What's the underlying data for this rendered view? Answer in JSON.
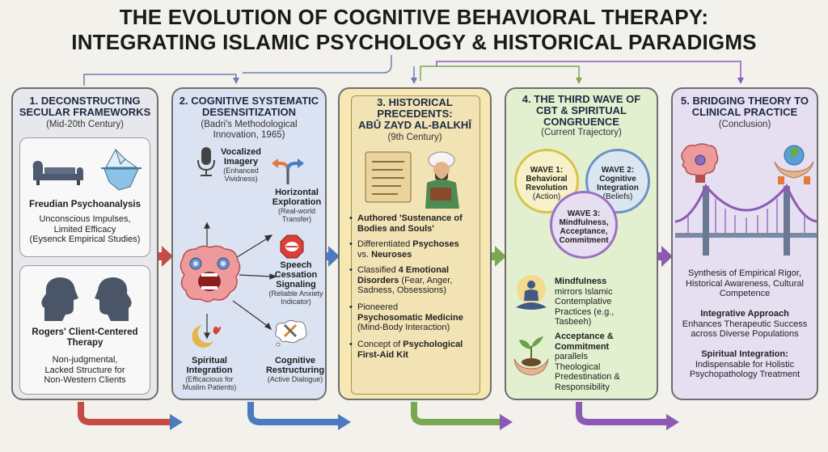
{
  "title": {
    "line1": "THE EVOLUTION OF COGNITIVE BEHAVIORAL THERAPY:",
    "line2": "INTEGRATING ISLAMIC PSYCHOLOGY & HISTORICAL PARADIGMS"
  },
  "panel1": {
    "heading_1": "1. DECONSTRUCTING",
    "heading_2": "SECULAR FRAMEWORKS",
    "subtitle": "(Mid-20th Century)",
    "card1": {
      "title": "Freudian Psychoanalysis",
      "body_1": "Unconscious Impulses,",
      "body_2": "Limited Efficacy",
      "body_3": "(Eysenck Empirical Studies)"
    },
    "card2": {
      "title_1": "Rogers' Client-Centered",
      "title_2": "Therapy",
      "body_1": "Non-judgmental,",
      "body_2": "Lacked Structure for",
      "body_3": "Non-Western Clients"
    }
  },
  "panel2": {
    "heading_1": "2. COGNITIVE SYSTEMATIC",
    "heading_2": "DESENSITIZATION",
    "subtitle_1": "(Badri's Methodological",
    "subtitle_2": "Innovation, 1965)",
    "items": [
      {
        "t1": "Vocalized",
        "t2": "Imagery",
        "s1": "(Enhanced",
        "s2": "Vividness)"
      },
      {
        "t1": "Horizontal",
        "t2": "Exploration",
        "s1": "(Real-world",
        "s2": "Transfer)"
      },
      {
        "t1": "Speech",
        "t2": "Cessation",
        "t3": "Signaling",
        "s1": "(Reliable Anxiety",
        "s2": "Indicator)"
      },
      {
        "t1": "Spiritual",
        "t2": "Integration",
        "s1": "(Efficacious for",
        "s2": "Muslim Patients)"
      },
      {
        "t1": "Cognitive",
        "t2": "Restructuring",
        "s1": "(Active Dialogue)"
      }
    ]
  },
  "panel3": {
    "heading_1": "3. HISTORICAL",
    "heading_2": "PRECEDENTS:",
    "heading_3": "ABŪ ZAYD AL-BALKHĪ",
    "subtitle": "(9th Century)",
    "bullets": [
      {
        "b1": "Authored 'Sustenance of",
        "b2": "Bodies and Souls'"
      },
      {
        "n1": "Differentiated ",
        "b1": "Psychoses",
        "n2": "vs. ",
        "b2": "Neuroses"
      },
      {
        "n1": "Classified ",
        "b1": "4 Emotional",
        "b2": "Disorders",
        "n2": " (Fear, Anger,",
        "n3": "Sadness, Obsessions)"
      },
      {
        "n1": "Pioneered",
        "b1": "Psychosomatic Medicine",
        "n2": "(Mind-Body Interaction)"
      },
      {
        "n1": "Concept of ",
        "b1": "Psychological",
        "b2": "First-Aid Kit"
      }
    ]
  },
  "panel4": {
    "heading_1": "4. THE THIRD WAVE OF",
    "heading_2": "CBT & SPIRITUAL",
    "heading_3": "CONGRUENCE",
    "subtitle": "(Current Trajectory)",
    "wave1": {
      "t1": "WAVE 1:",
      "t2": "Behavioral",
      "t3": "Revolution",
      "t4": "(Action)"
    },
    "wave2": {
      "t1": "WAVE 2:",
      "t2": "Cognitive",
      "t3": "Integration",
      "t4": "(Beliefs)"
    },
    "wave3": {
      "t1": "WAVE 3:",
      "t2": "Mindfulness,",
      "t3": "Acceptance,",
      "t4": "Commitment"
    },
    "point1": {
      "b1": "Mindfulness",
      "n1": "mirrors Islamic",
      "n2": "Contemplative",
      "n3": "Practices (e.g.,",
      "n4": "Tasbeeh)"
    },
    "point2": {
      "b1": "Acceptance &",
      "b2": "Commitment",
      "n1": "parallels",
      "n2": "Theological",
      "n3": "Predestination &",
      "n4": "Responsibility"
    }
  },
  "panel5": {
    "heading_1": "5. BRIDGING THEORY TO",
    "heading_2": "CLINICAL PRACTICE",
    "subtitle": "(Conclusion)",
    "para1": {
      "l1": "Synthesis of Empirical Rigor,",
      "l2": "Historical Awareness, Cultural",
      "l3": "Competence"
    },
    "para2": {
      "title": "Integrative Approach",
      "l1": "Enhances Therapeutic Success",
      "l2": "across Diverse Populations"
    },
    "para3": {
      "title": "Spiritual Integration:",
      "l1": "Indispensable for Holistic",
      "l2": "Psychopathology Treatment"
    }
  },
  "colors": {
    "arrow_red": "#c74b45",
    "arrow_blue": "#4a7bbf",
    "arrow_green": "#7aa850",
    "arrow_purple": "#8c5ab5"
  },
  "icons": [
    "couch-icon",
    "iceberg-icon",
    "heads-icon",
    "brain-icon",
    "microphone-icon",
    "crossroads-icon",
    "stop-sign-icon",
    "crescent-heart-icon",
    "tools-thought-icon",
    "scholar-icon",
    "meditation-icon",
    "sprout-hands-icon",
    "brain-gear-icon",
    "globe-hands-icon",
    "bridge-icon"
  ]
}
